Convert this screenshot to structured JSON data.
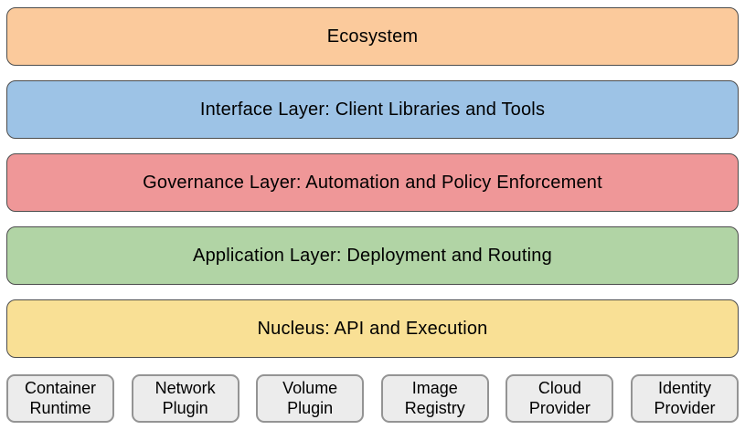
{
  "diagram": {
    "title": "Architectural layers diagram",
    "layers": [
      {
        "label": "Ecosystem",
        "fill": "#fbca9c"
      },
      {
        "label": "Interface Layer: Client Libraries and Tools",
        "fill": "#9dc3e6"
      },
      {
        "label": "Governance Layer: Automation and Policy Enforcement",
        "fill": "#ef9798"
      },
      {
        "label": "Application Layer: Deployment and Routing",
        "fill": "#b1d4a5"
      },
      {
        "label": "Nucleus: API and Execution",
        "fill": "#f9e095"
      }
    ],
    "providers": [
      {
        "label": "Container Runtime"
      },
      {
        "label": "Network Plugin"
      },
      {
        "label": "Volume Plugin"
      },
      {
        "label": "Image Registry"
      },
      {
        "label": "Cloud Provider"
      },
      {
        "label": "Identity Provider"
      }
    ],
    "colors": {
      "layer_border": "#4c4c4c",
      "node_fill": "#ececec",
      "node_border": "#949494",
      "text": "#000000",
      "background": "#ffffff"
    }
  }
}
